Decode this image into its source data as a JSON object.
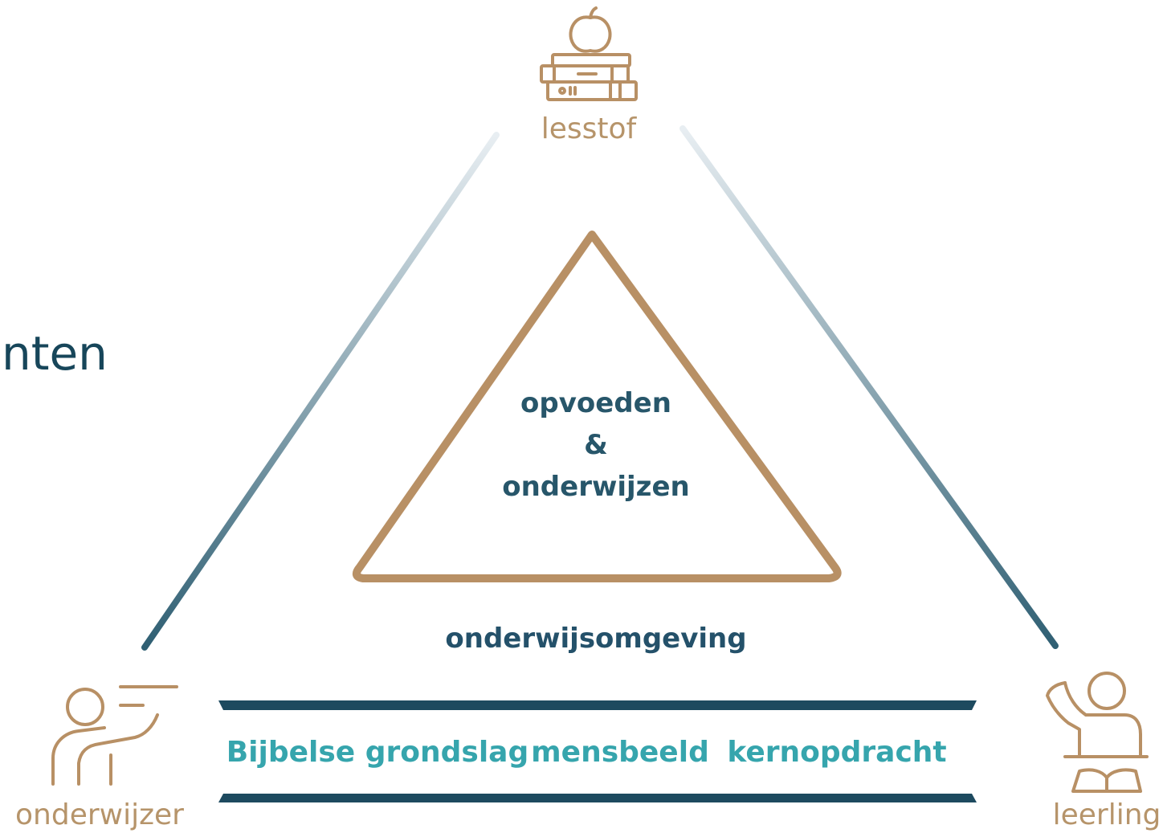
{
  "left_fragment": "nten",
  "corners": {
    "top": {
      "label": "lesstof",
      "icon": "books-apple-icon"
    },
    "left": {
      "label": "onderwijzer",
      "icon": "teacher-icon"
    },
    "right": {
      "label": "leerling",
      "icon": "student-icon"
    }
  },
  "center": {
    "line1": "opvoeden",
    "line2": "&",
    "line3": "onderwijzen"
  },
  "environment": "onderwijsomgeving",
  "foundation": [
    "Bijbelse grondslag",
    "mensbeeld",
    "kernopdracht"
  ],
  "colors": {
    "gold": "#b89065",
    "teal": "#36a5ad",
    "navy": "#1f4d63",
    "slate": "#c9d7df"
  }
}
